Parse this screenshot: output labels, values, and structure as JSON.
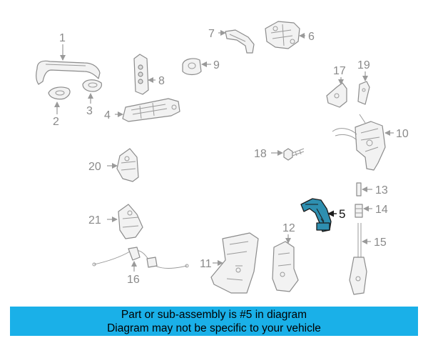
{
  "highlight_color": "#2e8fb0",
  "banner_color": "#1ab0e8",
  "callouts": {
    "c1": "1",
    "c2": "2",
    "c3": "3",
    "c4": "4",
    "c5": "5",
    "c6": "6",
    "c7": "7",
    "c8": "8",
    "c9": "9",
    "c10": "10",
    "c11": "11",
    "c12": "12",
    "c13": "13",
    "c14": "14",
    "c15": "15",
    "c16": "16",
    "c17": "17",
    "c18": "18",
    "c19": "19",
    "c20": "20",
    "c21": "21"
  },
  "banner": {
    "line1": "Part or sub-assembly is #5 in diagram",
    "line2": "Diagram may not be specific to your vehicle"
  }
}
